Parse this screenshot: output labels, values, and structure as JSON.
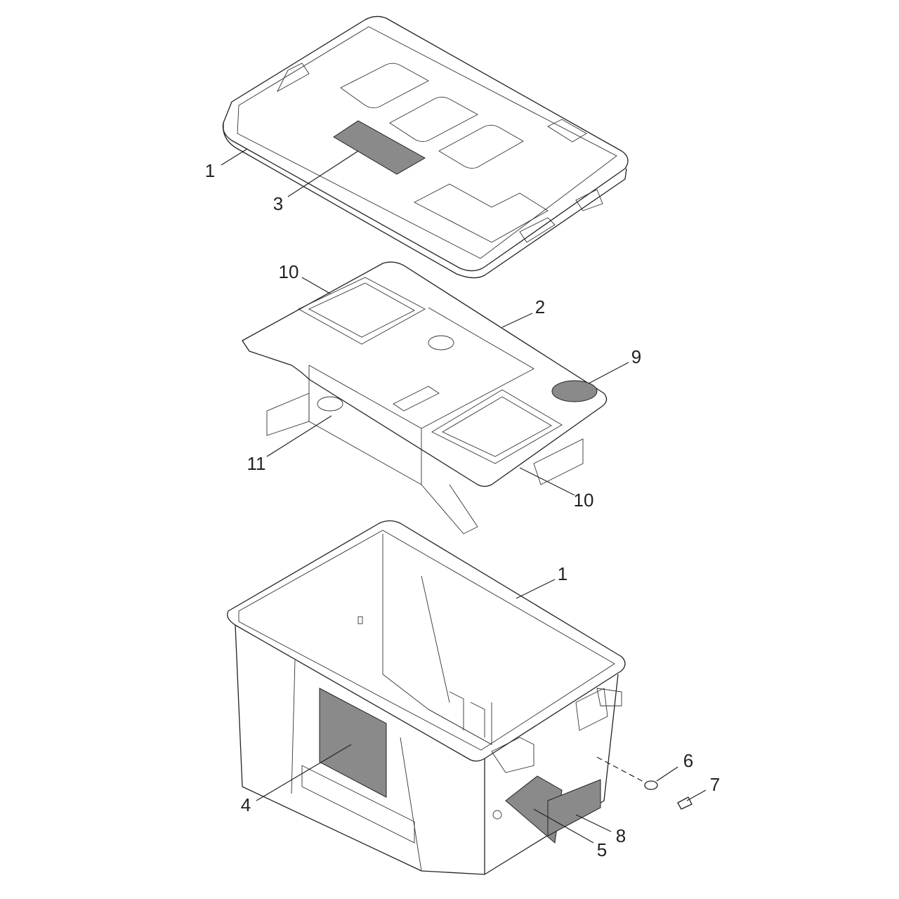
{
  "diagram": {
    "type": "exploded-parts-view",
    "callouts": [
      {
        "id": "lid-1",
        "label": "1"
      },
      {
        "id": "lid-label-3",
        "label": "3"
      },
      {
        "id": "hatch-top-10",
        "label": "10"
      },
      {
        "id": "bracket-2",
        "label": "2"
      },
      {
        "id": "plug-9",
        "label": "9"
      },
      {
        "id": "spacer-11",
        "label": "11"
      },
      {
        "id": "hatch-bottom-10",
        "label": "10"
      },
      {
        "id": "box-1",
        "label": "1"
      },
      {
        "id": "washer-6",
        "label": "6"
      },
      {
        "id": "screw-7",
        "label": "7"
      },
      {
        "id": "box-label-4",
        "label": "4"
      },
      {
        "id": "box-label-8",
        "label": "8"
      },
      {
        "id": "box-label-5",
        "label": "5"
      }
    ],
    "colors": {
      "line": "#222222",
      "label_fill": "#8a8a8a",
      "background": "#ffffff"
    }
  }
}
